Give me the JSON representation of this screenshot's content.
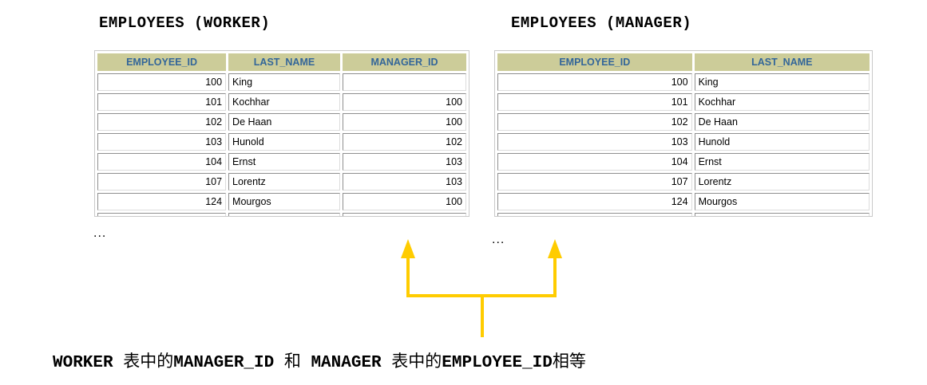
{
  "worker": {
    "title": "EMPLOYEES (WORKER)",
    "headers": [
      "EMPLOYEE_ID",
      "LAST_NAME",
      "MANAGER_ID"
    ],
    "rows": [
      [
        "100",
        "King",
        ""
      ],
      [
        "101",
        "Kochhar",
        "100"
      ],
      [
        "102",
        "De Haan",
        "100"
      ],
      [
        "103",
        "Hunold",
        "102"
      ],
      [
        "104",
        "Ernst",
        "103"
      ],
      [
        "107",
        "Lorentz",
        "103"
      ],
      [
        "124",
        "Mourgos",
        "100"
      ]
    ],
    "ellipsis": "..."
  },
  "manager": {
    "title": "EMPLOYEES (MANAGER)",
    "headers": [
      "EMPLOYEE_ID",
      "LAST_NAME"
    ],
    "rows": [
      [
        "100",
        "King"
      ],
      [
        "101",
        "Kochhar"
      ],
      [
        "102",
        "De Haan"
      ],
      [
        "103",
        "Hunold"
      ],
      [
        "104",
        "Ernst"
      ],
      [
        "107",
        "Lorentz"
      ],
      [
        "124",
        "Mourgos"
      ]
    ],
    "ellipsis": "..."
  },
  "caption": {
    "part1": "WORKER ",
    "part2": "表中的",
    "part3": "MANAGER_ID ",
    "part4": "和",
    "part5": " MANAGER ",
    "part6": "表中的",
    "part7": "EMPLOYEE_ID",
    "part8": "相等"
  },
  "colors": {
    "header_bg": "#cccc99",
    "header_text": "#336699",
    "arrow": "#ffcc00"
  }
}
